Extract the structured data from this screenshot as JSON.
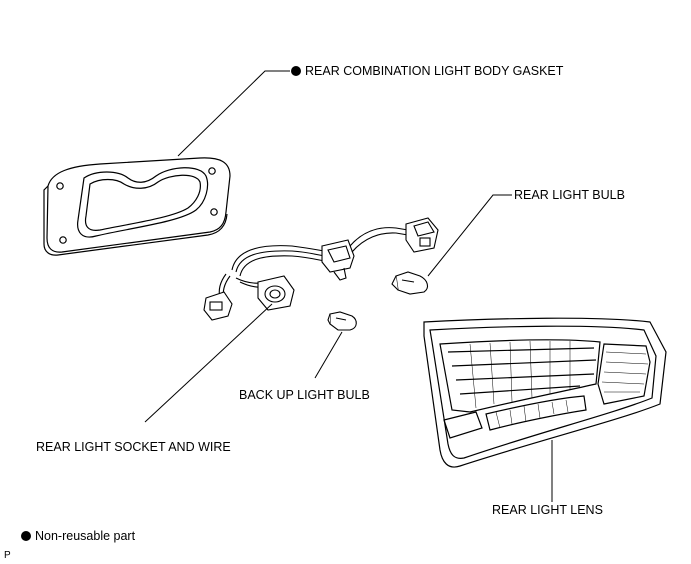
{
  "labels": {
    "gasket": "REAR COMBINATION LIGHT BODY GASKET",
    "rear_bulb": "REAR LIGHT BULB",
    "backup_bulb": "BACK UP LIGHT BULB",
    "socket_wire": "REAR LIGHT SOCKET AND WIRE",
    "lens": "REAR LIGHT LENS"
  },
  "legend": {
    "non_reusable": "Non-reusable part"
  },
  "footer_code": "P",
  "symbols": {
    "non_reusable_marker": "filled-circle"
  }
}
